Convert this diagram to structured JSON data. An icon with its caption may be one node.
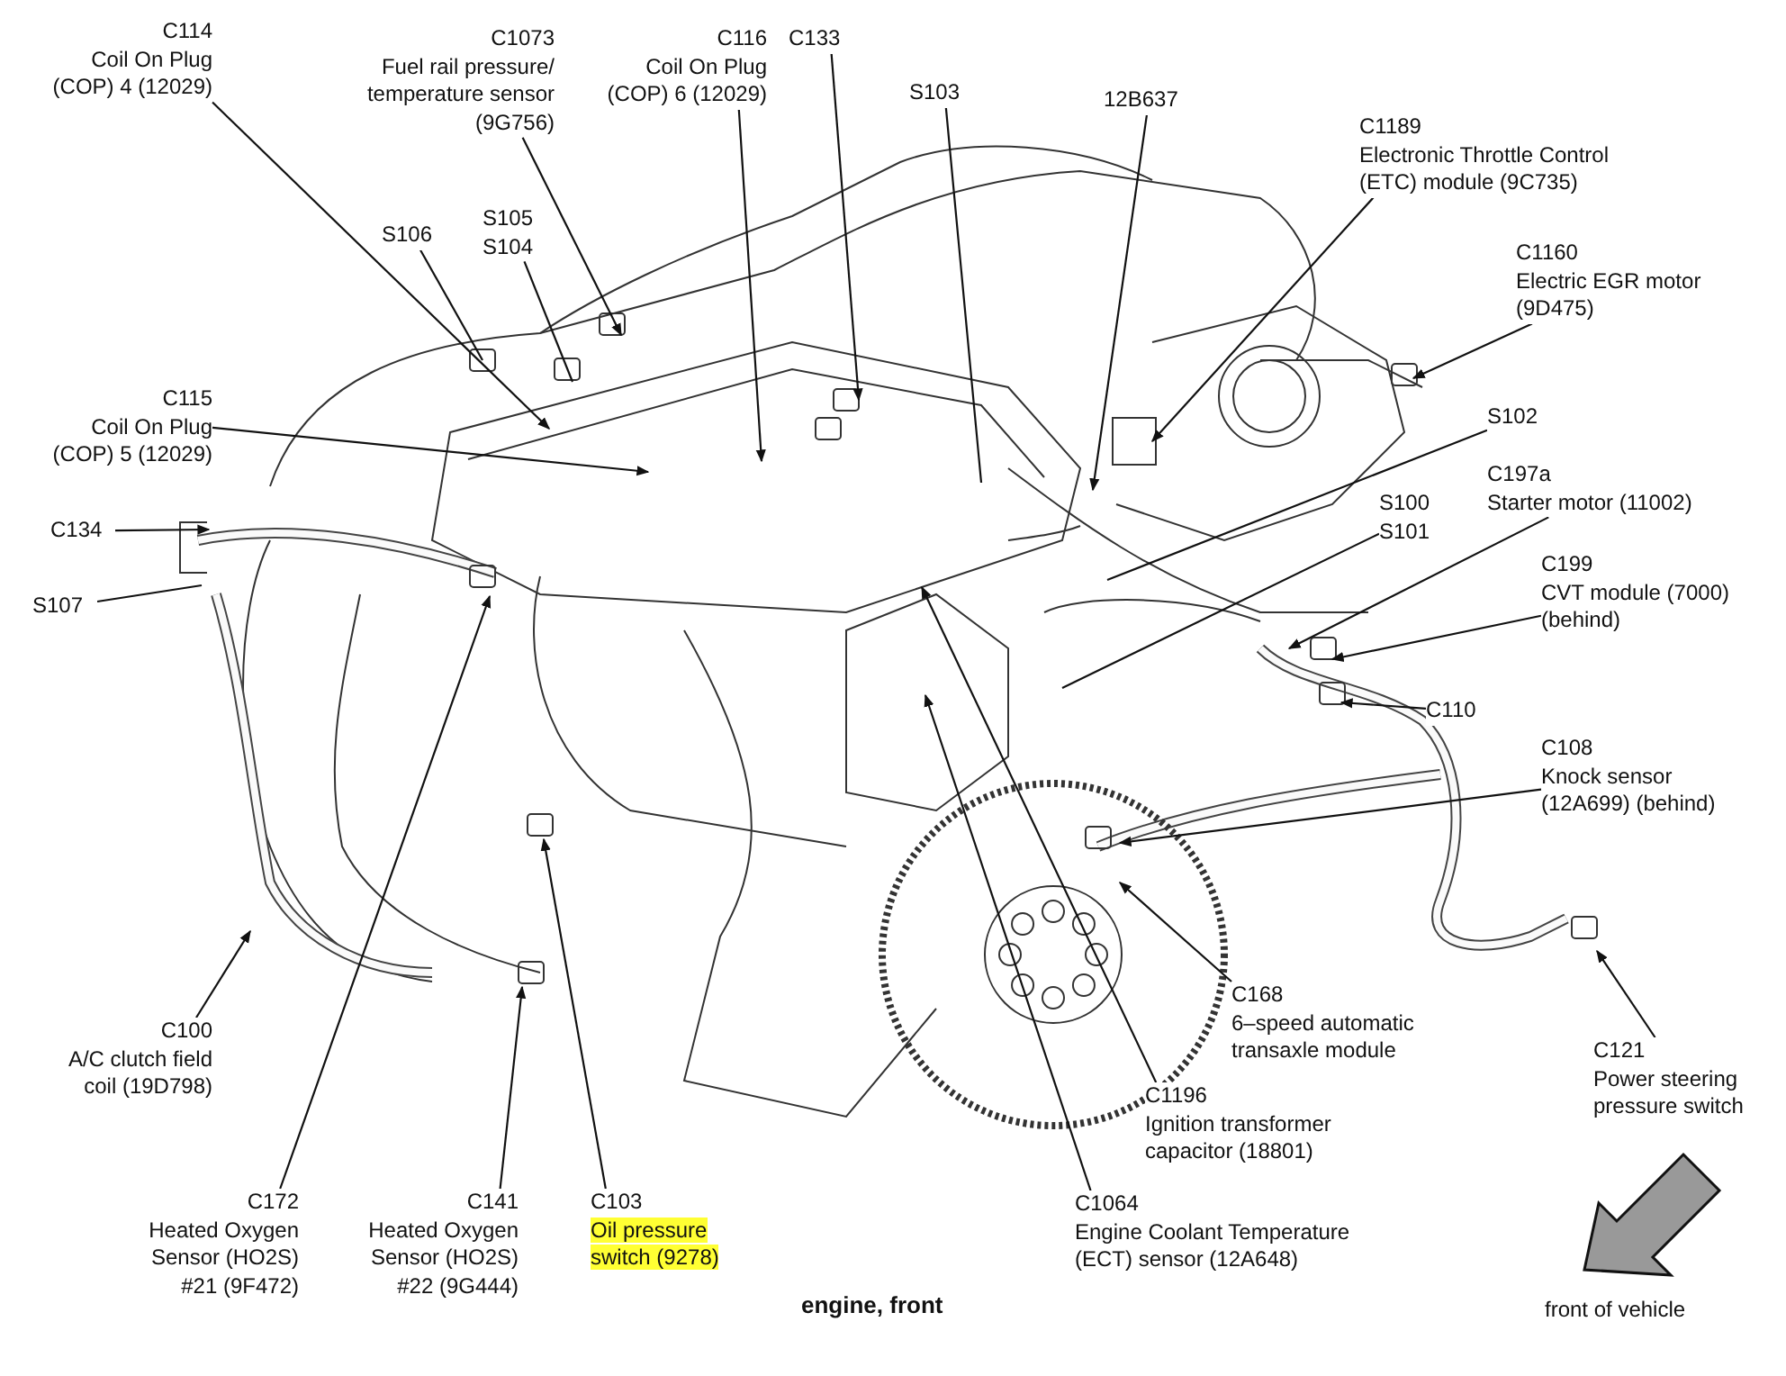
{
  "diagram": {
    "caption": "engine, front",
    "nodes": [
      {
        "text": [
          "C114",
          "Coil On Plug (COP) 4 (12029)"
        ]
      },
      {
        "text": [
          "C1073",
          "Fuel rail pressure/ temperature sensor (9G756)"
        ]
      },
      {
        "text": [
          "C116",
          "Coil On Plug (COP) 6 (12029)"
        ]
      },
      {
        "text": [
          "C133"
        ]
      },
      {
        "text": [
          "S103"
        ]
      },
      {
        "text": [
          "12B637"
        ]
      },
      {
        "text": [
          "C1189",
          "Electronic Throttle Control (ETC) module (9C735)"
        ]
      },
      {
        "text": [
          "S106"
        ]
      },
      {
        "text": [
          "S105",
          "S104"
        ]
      },
      {
        "text": [
          "C1160",
          "Electric EGR motor (9D475)"
        ]
      },
      {
        "text": [
          "C115",
          "Coil On Plug (COP) 5 (12029)"
        ]
      },
      {
        "text": [
          "S102"
        ]
      },
      {
        "text": [
          "C197a",
          "Starter motor (11002)"
        ]
      },
      {
        "text": [
          "S100",
          "S101"
        ]
      },
      {
        "text": [
          "C134"
        ]
      },
      {
        "text": [
          "S107"
        ]
      },
      {
        "text": [
          "C199",
          "CVT module (7000) (behind)"
        ]
      },
      {
        "text": [
          "C110"
        ]
      },
      {
        "text": [
          "C108",
          "Knock sensor (12A699) (behind)"
        ]
      },
      {
        "text": [
          "C168",
          "6–speed automatic transaxle module"
        ]
      },
      {
        "text": [
          "C100",
          "A/C clutch field coil (19D798)"
        ]
      },
      {
        "text": [
          "C121",
          "Power steering pressure switch"
        ]
      },
      {
        "text": [
          "C1196",
          "Ignition transformer capacitor (18801)"
        ]
      },
      {
        "text": [
          "C172",
          "Heated Oxygen Sensor (HO2S) #21 (9F472)"
        ]
      },
      {
        "text": [
          "C141",
          "Heated Oxygen Sensor (HO2S) #22 (9G444)"
        ]
      },
      {
        "text": [
          "C103",
          "Oil pressure switch (9278)"
        ]
      },
      {
        "text": [
          "C1064",
          "Engine Coolant Temperature (ECT) sensor (12A648)"
        ]
      }
    ],
    "edges": [
      {
        "from": 0,
        "to": null,
        "arrow": "to"
      },
      {
        "from": 1,
        "to": null,
        "arrow": "to"
      },
      {
        "from": 2,
        "to": null,
        "arrow": "to"
      },
      {
        "from": 3,
        "to": null,
        "arrow": "to"
      },
      {
        "from": 4,
        "to": null,
        "arrow": "none"
      },
      {
        "from": 5,
        "to": null,
        "arrow": "to"
      },
      {
        "from": 6,
        "to": null,
        "arrow": "to"
      },
      {
        "from": 7,
        "to": null,
        "arrow": "none"
      },
      {
        "from": 8,
        "to": null,
        "arrow": "none"
      },
      {
        "from": 9,
        "to": null,
        "arrow": "to"
      },
      {
        "from": 10,
        "to": null,
        "arrow": "to"
      },
      {
        "from": 11,
        "to": null,
        "arrow": "none"
      },
      {
        "from": 12,
        "to": null,
        "arrow": "to"
      },
      {
        "from": 13,
        "to": null,
        "arrow": "none"
      },
      {
        "from": 14,
        "to": null,
        "arrow": "to"
      },
      {
        "from": 15,
        "to": null,
        "arrow": "none"
      },
      {
        "from": 16,
        "to": null,
        "arrow": "to"
      },
      {
        "from": 17,
        "to": null,
        "arrow": "to"
      },
      {
        "from": 18,
        "to": null,
        "arrow": "to"
      },
      {
        "from": 19,
        "to": null,
        "arrow": "to"
      },
      {
        "from": 20,
        "to": null,
        "arrow": "to"
      },
      {
        "from": 21,
        "to": null,
        "arrow": "to"
      },
      {
        "from": 22,
        "to": null,
        "arrow": "to"
      },
      {
        "from": 23,
        "to": null,
        "arrow": "to"
      },
      {
        "from": 24,
        "to": null,
        "arrow": "to"
      },
      {
        "from": 25,
        "to": null,
        "arrow": "to"
      },
      {
        "from": 26,
        "to": null,
        "arrow": "to"
      }
    ],
    "labels": [
      "front of vehicle"
    ]
  }
}
